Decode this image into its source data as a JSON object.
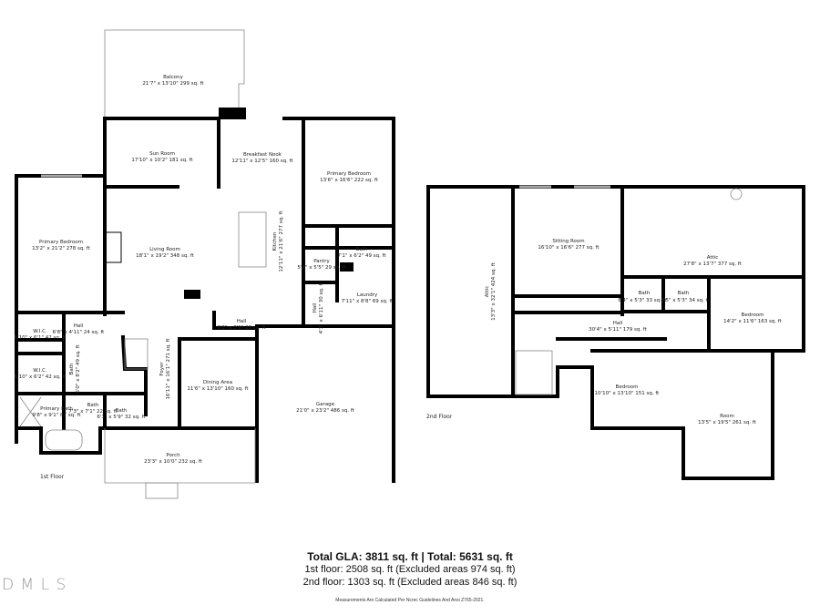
{
  "floor1": {
    "label": "1st Floor",
    "rooms": [
      {
        "name": "Balcony",
        "dims": "21'7\" x 13'10\" 299 sq. ft"
      },
      {
        "name": "Sun Room",
        "dims": "17'10\" x 10'2\" 181 sq. ft"
      },
      {
        "name": "Breakfast Nook",
        "dims": "12'11\" x 12'5\" 160 sq. ft"
      },
      {
        "name": "Primary Bedroom",
        "dims": "13'6\" x 16'6\" 222 sq. ft"
      },
      {
        "name": "Primary Bedroom",
        "dims": "13'2\" x 21'2\" 278 sq. ft"
      },
      {
        "name": "Living Room",
        "dims": "18'1\" x 19'2\" 348 sq. ft"
      },
      {
        "name": "Kitchen",
        "dims": "12'11\" x 21'6\" 277 sq. ft"
      },
      {
        "name": "Bath",
        "dims": "7'1\" x 6'2\" 49 sq. ft"
      },
      {
        "name": "Pantry",
        "dims": "5'3\" x 5'5\" 29 sq. ft"
      },
      {
        "name": "Laundry",
        "dims": "7'11\" x 8'8\" 69 sq. ft"
      },
      {
        "name": "Hall",
        "dims": "4'3\" x 6'11\" 30 sq. ft"
      },
      {
        "name": "Hall",
        "dims": "6'2\" x 3'9\" 23 sq. ft"
      },
      {
        "name": "Hall",
        "dims": "6'8\" x 4'11\" 24 sq. ft"
      },
      {
        "name": "W.I.C.",
        "dims": "6'10\" x 6'1\" 42 sq. ft"
      },
      {
        "name": "W.I.C.",
        "dims": "6'10\" x 6'2\" 42 sq. ft"
      },
      {
        "name": "Bath",
        "dims": "6'0\" x 8'2\" 49 sq. ft"
      },
      {
        "name": "Foyer",
        "dims": "16'11\" x 16'1\" 271 sq. ft"
      },
      {
        "name": "Dining Area",
        "dims": "11'6\" x 13'10\" 160 sq. ft"
      },
      {
        "name": "Garage",
        "dims": "21'0\" x 23'2\" 486 sq. ft"
      },
      {
        "name": "Primary Bath",
        "dims": "9'8\" x 9'1\" 87 sq. ft"
      },
      {
        "name": "Bath",
        "dims": "7'3\" x 7'1\" 22 sq. ft"
      },
      {
        "name": "Bath",
        "dims": "6'1\" x 5'9\" 32 sq. ft"
      },
      {
        "name": "Porch",
        "dims": "23'3\" x 10'0\" 232 sq. ft"
      }
    ]
  },
  "floor2": {
    "label": "2nd Floor",
    "rooms": [
      {
        "name": "Attic",
        "dims": "13'3\" x 32'1\" 424 sq. ft"
      },
      {
        "name": "Sitting Room",
        "dims": "16'10\" x 16'6\" 277 sq. ft"
      },
      {
        "name": "Attic",
        "dims": "27'8\" x 13'7\" 377 sq. ft"
      },
      {
        "name": "Bath",
        "dims": "6'4\" x 5'3\" 33 sq. ft"
      },
      {
        "name": "Bath",
        "dims": "6'5\" x 5'3\" 34 sq. ft"
      },
      {
        "name": "Bedroom",
        "dims": "14'2\" x 11'6\" 163 sq. ft"
      },
      {
        "name": "Hall",
        "dims": "30'4\" x 5'11\" 179 sq. ft"
      },
      {
        "name": "Bedroom",
        "dims": "10'10\" x 13'10\" 151 sq. ft"
      },
      {
        "name": "Room",
        "dims": "13'5\" x 19'5\" 261 sq. ft"
      }
    ]
  },
  "summary": {
    "total": "Total GLA: 3811 sq. ft | Total: 5631 sq. ft",
    "floor1": "1st floor: 2508 sq. ft (Excluded areas 974 sq. ft)",
    "floor2": "2nd floor: 1303 sq. ft (Excluded areas 846 sq. ft)",
    "note": "Measurements Are Calculated Per Ncrec Guidelines And Ansi Z765-2021."
  },
  "logo": "DMLS"
}
